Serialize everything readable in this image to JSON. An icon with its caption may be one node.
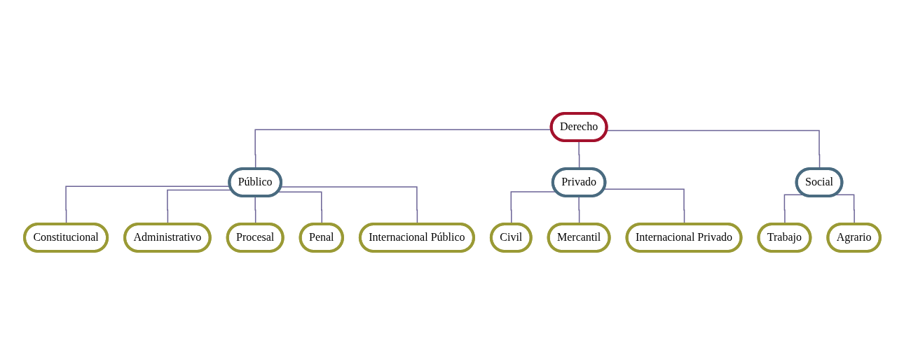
{
  "diagram": {
    "nodes": [
      {
        "text": [
          "Derecho"
        ]
      },
      {
        "text": [
          "Público"
        ]
      },
      {
        "text": [
          "Constitucional"
        ]
      },
      {
        "text": [
          "Administrativo"
        ]
      },
      {
        "text": [
          "Procesal"
        ]
      },
      {
        "text": [
          "Penal"
        ]
      },
      {
        "text": [
          "Internacional Público"
        ]
      },
      {
        "text": [
          "Privado"
        ]
      },
      {
        "text": [
          "Civil"
        ]
      },
      {
        "text": [
          "Mercantil"
        ]
      },
      {
        "text": [
          "Internacional Privado"
        ]
      },
      {
        "text": [
          "Social"
        ]
      },
      {
        "text": [
          "Trabajo"
        ]
      },
      {
        "text": [
          "Agrario"
        ]
      }
    ],
    "edges": [
      {
        "from": 0,
        "to": 1,
        "arrow": "none"
      },
      {
        "from": 1,
        "to": 2,
        "arrow": "none"
      },
      {
        "from": 1,
        "to": 3,
        "arrow": "none"
      },
      {
        "from": 1,
        "to": 4,
        "arrow": "none"
      },
      {
        "from": 1,
        "to": 5,
        "arrow": "none"
      },
      {
        "from": 1,
        "to": 6,
        "arrow": "none"
      },
      {
        "from": 0,
        "to": 7,
        "arrow": "none"
      },
      {
        "from": 7,
        "to": 8,
        "arrow": "none"
      },
      {
        "from": 7,
        "to": 9,
        "arrow": "none"
      },
      {
        "from": 7,
        "to": 10,
        "arrow": "none"
      },
      {
        "from": 0,
        "to": 11,
        "arrow": "none"
      },
      {
        "from": 11,
        "to": 12,
        "arrow": "none"
      },
      {
        "from": 11,
        "to": 13,
        "arrow": "none"
      }
    ]
  }
}
